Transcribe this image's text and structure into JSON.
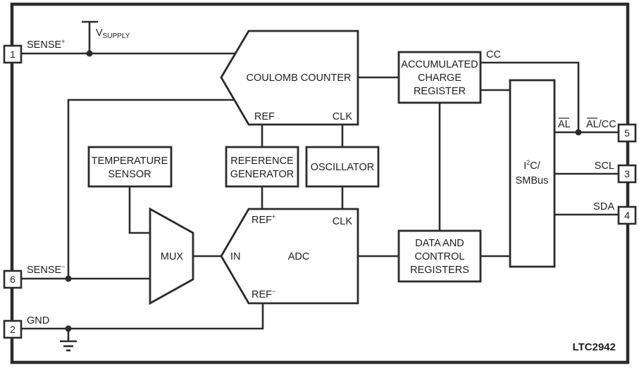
{
  "part_number": "LTC2942",
  "supply": {
    "label": "V",
    "subscript": "SUPPLY"
  },
  "pins": [
    {
      "number": "1",
      "name": "SENSE",
      "superscript": "+"
    },
    {
      "number": "6",
      "name": "SENSE",
      "superscript": "−"
    },
    {
      "number": "2",
      "name": "GND"
    },
    {
      "number": "5",
      "name": "AL/CC",
      "overline": "AL"
    },
    {
      "number": "3",
      "name": "SCL"
    },
    {
      "number": "4",
      "name": "SDA"
    }
  ],
  "blocks": {
    "coulomb_counter": {
      "label": "COULOMB COUNTER",
      "ref": "REF",
      "clk": "CLK"
    },
    "temperature_sensor": {
      "lines": [
        "TEMPERATURE",
        "SENSOR"
      ]
    },
    "reference_generator": {
      "lines": [
        "REFERENCE",
        "GENERATOR"
      ]
    },
    "oscillator": {
      "label": "OSCILLATOR"
    },
    "mux": {
      "label": "MUX"
    },
    "adc": {
      "label": "ADC",
      "in": "IN",
      "ref_plus": "REF",
      "ref_plus_sup": "+",
      "ref_minus": "REF",
      "ref_minus_sup": "−",
      "clk": "CLK"
    },
    "accumulated_charge_register": {
      "lines": [
        "ACCUMULATED",
        "CHARGE",
        "REGISTER"
      ]
    },
    "data_control_registers": {
      "lines": [
        "DATA AND",
        "CONTROL",
        "REGISTERS"
      ]
    },
    "i2c_smbus": {
      "line1_a": "I",
      "line1_sup": "2",
      "line1_b": "C/",
      "line2": "SMBus"
    }
  },
  "signals": {
    "cc": "CC",
    "al": "AL",
    "al_cc_overline": "AL",
    "al_cc_rest": "/CC"
  }
}
